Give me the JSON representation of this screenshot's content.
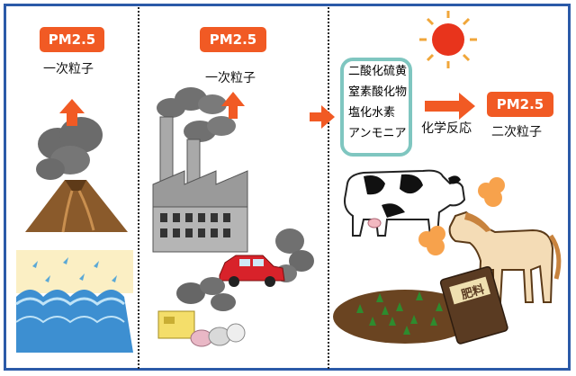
{
  "panel1": {
    "badge": "PM2.5",
    "label": "一次粒子"
  },
  "panel2": {
    "badge": "PM2.5",
    "label": "一次粒子"
  },
  "panel3": {
    "gases": [
      "二酸化硫黄",
      "窒素酸化物",
      "塩化水素",
      "アンモニア"
    ],
    "reaction_label": "化学反応",
    "badge": "PM2.5",
    "label": "二次粒子",
    "fertilizer_text": "肥料"
  },
  "colors": {
    "border": "#2b5aa8",
    "accent": "#f15a24",
    "gasbox": "#7fc6c0",
    "smoke": "#707070"
  },
  "icons": [
    "volcano-icon",
    "ocean-waves-icon",
    "factory-icon",
    "car-icon",
    "garbage-icon",
    "sun-icon",
    "cow-icon",
    "horse-icon",
    "fertilizer-bag-icon",
    "crop-field-icon"
  ]
}
